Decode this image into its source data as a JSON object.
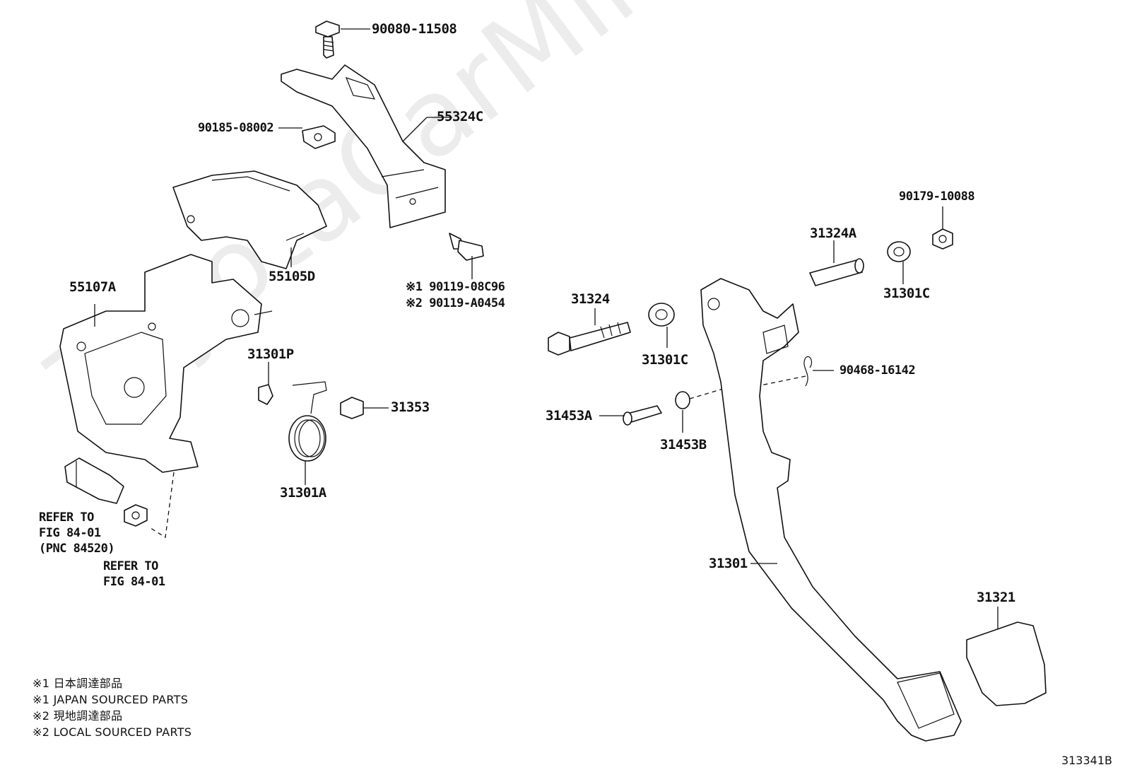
{
  "watermark": "ToyotaCarMine.ru",
  "figure_code": "313341B",
  "parts": {
    "p90080": "90080-11508",
    "p55324C": "55324C",
    "p90185": "90185-08002",
    "p55105D": "55105D",
    "p55107A": "55107A",
    "p90119_1": "※1 90119-08C96",
    "p90119_2": "※2 90119-A0454",
    "p31301P": "31301P",
    "p31353": "31353",
    "p31301A": "31301A",
    "p31324": "31324",
    "p31301C_left": "31301C",
    "p31324A": "31324A",
    "p90179": "90179-10088",
    "p31301C_right": "31301C",
    "p90468": "90468-16142",
    "p31453A": "31453A",
    "p31453B": "31453B",
    "p31301": "31301",
    "p31321": "31321"
  },
  "refs": {
    "ref1_line1": "REFER TO",
    "ref1_line2": "FIG 84-01",
    "ref1_line3": "(PNC 84520)",
    "ref2_line1": "REFER TO",
    "ref2_line2": "FIG 84-01"
  },
  "legend": [
    "※1 日本調達部品",
    "※1 JAPAN SOURCED PARTS",
    "※2 現地調達部品",
    "※2 LOCAL SOURCED PARTS"
  ]
}
